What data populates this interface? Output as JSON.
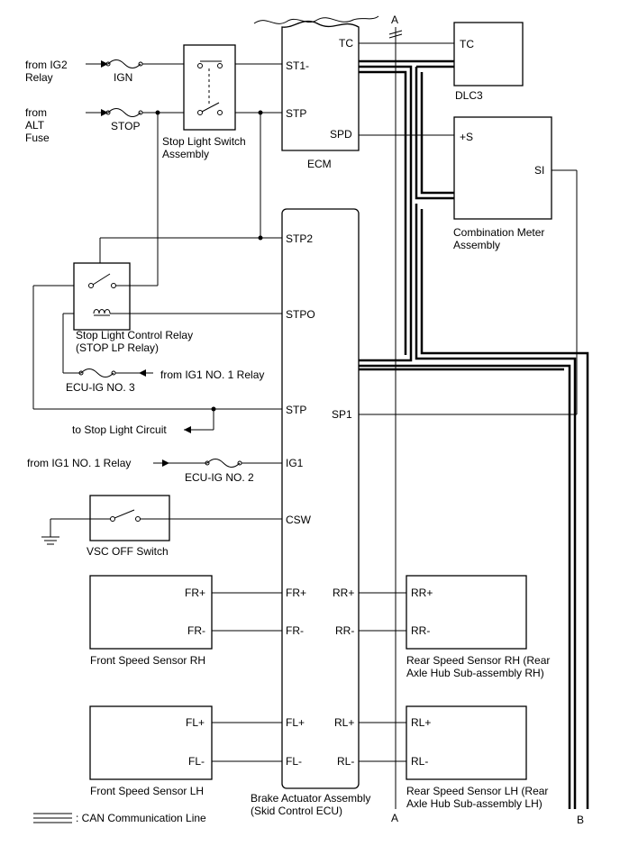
{
  "ecm": {
    "label": "ECM",
    "tc": "TC",
    "st1": "ST1-",
    "stp": "STP",
    "spd": "SPD"
  },
  "dlc3": {
    "label": "DLC3",
    "tc": "TC"
  },
  "meter": {
    "label_1": "Combination Meter",
    "label_2": "Assembly",
    "s_plus": "+S",
    "si": "SI"
  },
  "brake_ecu": {
    "label_1": "Brake Actuator Assembly",
    "label_2": "(Skid Control ECU)",
    "stp2": "STP2",
    "stpo": "STPO",
    "stp": "STP",
    "sp1": "SP1",
    "ig1": "IG1",
    "csw": "CSW",
    "fr_plus": "FR+",
    "fr_minus": "FR-",
    "rr_plus": "RR+",
    "rr_minus": "RR-",
    "fl_plus": "FL+",
    "fl_minus": "FL-",
    "rl_plus": "RL+",
    "rl_minus": "RL-"
  },
  "sources": {
    "ig2_1": "from IG2",
    "ig2_2": "Relay",
    "alt_1": "from",
    "alt_2": "ALT",
    "alt_3": "Fuse",
    "ig1_relay_a": "from IG1 NO. 1 Relay",
    "ig1_relay_b": "from IG1 NO. 1 Relay",
    "stop_light_circuit": "to Stop Light Circuit"
  },
  "fuses": {
    "ign": "IGN",
    "stop": "STOP",
    "ecu_ig3": "ECU-IG NO. 3",
    "ecu_ig2": "ECU-IG NO. 2"
  },
  "stop_switch": {
    "label_1": "Stop Light Switch",
    "label_2": "Assembly"
  },
  "relay": {
    "label_1": "Stop Light Control Relay",
    "label_2": "(STOP LP Relay)"
  },
  "vsc_switch": {
    "label": "VSC OFF Switch"
  },
  "sensors": {
    "front_rh": {
      "label": "Front Speed Sensor RH",
      "plus": "FR+",
      "minus": "FR-"
    },
    "front_lh": {
      "label": "Front Speed Sensor LH",
      "plus": "FL+",
      "minus": "FL-"
    },
    "rear_rh": {
      "label_1": "Rear Speed Sensor RH (Rear",
      "label_2": "Axle Hub Sub-assembly RH)",
      "plus": "RR+",
      "minus": "RR-"
    },
    "rear_lh": {
      "label_1": "Rear Speed Sensor LH (Rear",
      "label_2": "Axle Hub Sub-assembly LH)",
      "plus": "RL+",
      "minus": "RL-"
    }
  },
  "markers": {
    "a_top": "A",
    "a_bottom": "A",
    "b_bottom": "B"
  },
  "legend": {
    "can_label": ": CAN Communication Line"
  }
}
